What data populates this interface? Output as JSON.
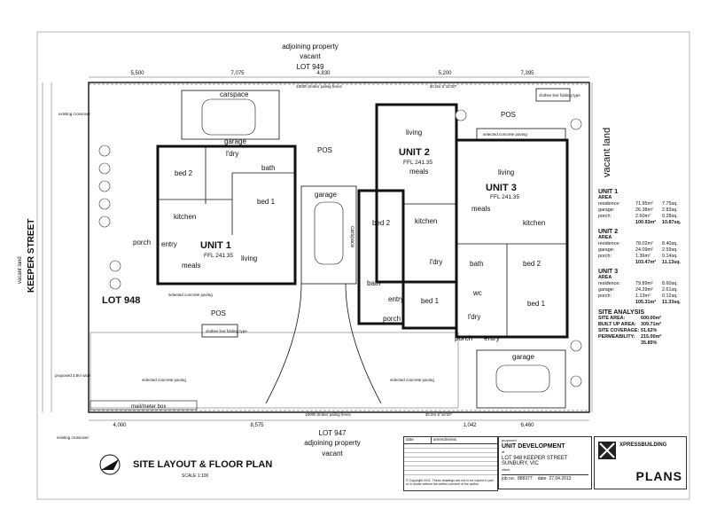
{
  "header": {
    "adjoining_top": "adjoining property",
    "vacant_top": "vacant",
    "lot_top": "LOT 949",
    "lot_bottom": "LOT 947",
    "adjoining_bottom": "adjoining property",
    "vacant_bottom": "vacant",
    "vacant_land_right": "vacant land",
    "keeper_street": "KEEPER STREET",
    "vacant_land_left": "vacant land",
    "lot_left": "LOT 948"
  },
  "dimensions_top": [
    "5,500",
    "7,075",
    "4,830",
    "5,200",
    "7,395"
  ],
  "dimensions_bottom": [
    "4,000",
    "8,575",
    "1,042",
    "6,460"
  ],
  "fence_labels": {
    "top_left": "1800h timber paling fence",
    "top_right": "30.0m 5°15'20\"",
    "bottom_left": "1500h timber paling fence",
    "bottom_right": "30.0m 5°15'20\""
  },
  "units": {
    "unit1": {
      "name": "UNIT 1",
      "ffl": "FFL 241.35"
    },
    "unit2": {
      "name": "UNIT 2",
      "ffl": "FFL 241.35"
    },
    "unit3": {
      "name": "UNIT 3",
      "ffl": "FFL 241.35"
    }
  },
  "rooms": {
    "u1_carspace": "carspace",
    "u1_garage": "garage",
    "u1_ldry": "l'dry",
    "u1_bath": "bath",
    "u1_bed2": "bed 2",
    "u1_bed1": "bed 1",
    "u1_kitchen": "kitchen",
    "u1_entry": "entry",
    "u1_porch": "porch",
    "u1_meals": "meals",
    "u1_living": "living",
    "u1_pos": "POS",
    "u2_living": "living",
    "u2_meals": "meals",
    "u2_garage": "garage",
    "u2_carspace": "carspace",
    "u2_bed2": "bed 2",
    "u2_kitchen": "kitchen",
    "u2_ldry": "l'dry",
    "u2_bath": "bath",
    "u2_entry": "entry",
    "u2_porch": "porch",
    "u2_bed1": "bed 1",
    "u2_pos": "POS",
    "u3_living": "living",
    "u3_meals": "meals",
    "u3_kitchen": "kitchen",
    "u3_bath": "bath",
    "u3_bed2": "bed 2",
    "u3_wc": "wc",
    "u3_ldry": "l'dry",
    "u3_bed1": "bed 1",
    "u3_porch": "porch",
    "u3_entry": "entry",
    "u3_garage": "garage",
    "u3_pos": "POS"
  },
  "labels": {
    "existing_crossover_top": "existing crossover",
    "existing_crossover_bottom": "existing crossover",
    "proposed_crossover": "proposed 3.8m wide crossover",
    "mail_meter": "mail/meter box",
    "selected_paving_bottom": "selected concrete paving",
    "selected_paving_mid": "selected concrete paving",
    "selected_paving_u3": "selected concrete paving",
    "selected_paving_u1": "selected concrete paving",
    "clothes_line": "clothes line folding type"
  },
  "areas": {
    "unit1": {
      "title": "UNIT 1",
      "sub": "AREA",
      "rows": [
        {
          "k": "residence:",
          "v": "71.95m²",
          "s": "7.75sq."
        },
        {
          "k": "garage:",
          "v": "26.38m²",
          "s": "2.83sq."
        },
        {
          "k": "porch:",
          "v": "2.60m²",
          "s": "0.28sq."
        }
      ],
      "total": {
        "v": "100.93m²",
        "s": "10.87sq."
      }
    },
    "unit2": {
      "title": "UNIT 2",
      "sub": "AREA",
      "rows": [
        {
          "k": "residence:",
          "v": "78.02m²",
          "s": "8.40sq."
        },
        {
          "k": "garage:",
          "v": "24.09m²",
          "s": "2.59sq."
        },
        {
          "k": "porch:",
          "v": "1.36m²",
          "s": "0.14sq."
        }
      ],
      "total": {
        "v": "103.47m²",
        "s": "11.13sq."
      }
    },
    "unit3": {
      "title": "UNIT 3",
      "sub": "AREA",
      "rows": [
        {
          "k": "residence:",
          "v": "79.89m²",
          "s": "8.60sq."
        },
        {
          "k": "garage:",
          "v": "24.29m²",
          "s": "2.61sq."
        },
        {
          "k": "porch:",
          "v": "1.13m²",
          "s": "0.12sq."
        }
      ],
      "total": {
        "v": "105.31m²",
        "s": "11.33sq."
      }
    },
    "site": {
      "title": "SITE ANALYSIS",
      "rows": [
        {
          "k": "SITE AREA:",
          "v": "600.00m²"
        },
        {
          "k": "BUILT UP AREA:",
          "v": "309.71m²"
        },
        {
          "k": "SITE COVERAGE:",
          "v": "51.62%"
        },
        {
          "k": "PERMEABILITY:",
          "v": "215.00m²"
        },
        {
          "k": "",
          "v": "35.85%"
        }
      ]
    }
  },
  "title_block": {
    "heading": "SITE LAYOUT & FLOOR PLAN",
    "scale": "SCALE 1:100",
    "col_date": "date",
    "col_amendments": "amendments",
    "proposed": "proposed",
    "project": "UNIT DEVELOPMENT",
    "at": "at",
    "address1": "LOT 948 KEEPER STREET",
    "address2": "SUNBURY, VIC",
    "client": "client",
    "job_no_label": "job no.",
    "job_no": "888377",
    "date_label": "date",
    "date": "27.04.2013",
    "company": "XPRESSBUILDING",
    "plans": "PLANS",
    "copyright": "© Copyright 2011. These drawings are not to be copied in part or in whole without the written consent of the author"
  }
}
